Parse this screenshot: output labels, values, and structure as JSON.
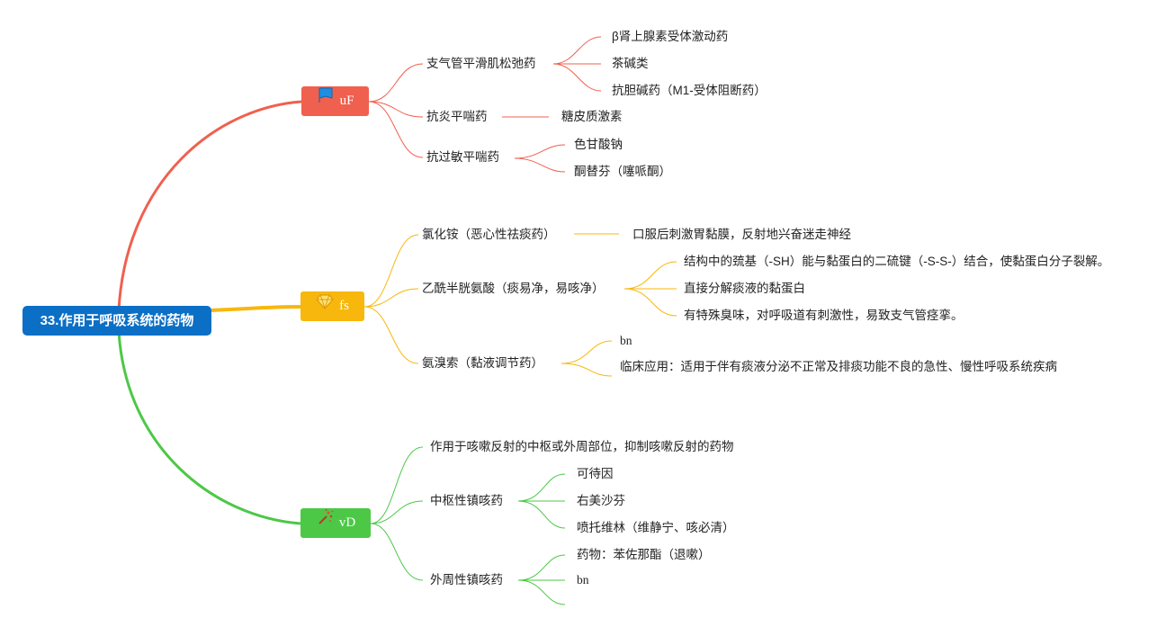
{
  "root": {
    "label": "33.作用于呼吸系统的药物"
  },
  "branches": [
    {
      "label": "uF",
      "icon": "flag-icon",
      "color": "#f0604f",
      "children": [
        {
          "label": "支气管平滑肌松弛药",
          "children": [
            "β肾上腺素受体激动药",
            "茶碱类",
            "抗胆碱药（M1-受体阻断药）"
          ]
        },
        {
          "label": "抗炎平喘药",
          "children": [
            "糖皮质激素"
          ]
        },
        {
          "label": "抗过敏平喘药",
          "children": [
            "色甘酸钠",
            "酮替芬（噻哌酮）"
          ]
        }
      ]
    },
    {
      "label": "fs",
      "icon": "gem-icon",
      "color": "#f8b70c",
      "children": [
        {
          "label": "氯化铵（恶心性祛痰药）",
          "children": [
            "口服后刺激胃黏膜，反射地兴奋迷走神经"
          ]
        },
        {
          "label": "乙酰半胱氨酸（痰易净，易咳净）",
          "children": [
            "结构中的巯基（-SH）能与黏蛋白的二硫键（-S-S-）结合，使黏蛋白分子裂解。",
            "直接分解痰液的黏蛋白",
            "有特殊臭味，对呼吸道有刺激性，易致支气管痉挛。"
          ]
        },
        {
          "label": "氨溴索（黏液调节药）",
          "children": [
            "bn",
            "临床应用：适用于伴有痰液分泌不正常及排痰功能不良的急性、慢性呼吸系统疾病"
          ]
        }
      ]
    },
    {
      "label": "vD",
      "icon": "confetti-icon",
      "color": "#4cc846",
      "children": [
        {
          "label": "作用于咳嗽反射的中枢或外周部位，抑制咳嗽反射的药物",
          "children": []
        },
        {
          "label": "中枢性镇咳药",
          "children": [
            "可待因",
            "右美沙芬",
            "喷托维林（维静宁、咳必清）"
          ]
        },
        {
          "label": "外周性镇咳药",
          "children": [
            "药物：苯佐那酯（退嗽）",
            "bn",
            ""
          ]
        }
      ]
    }
  ]
}
